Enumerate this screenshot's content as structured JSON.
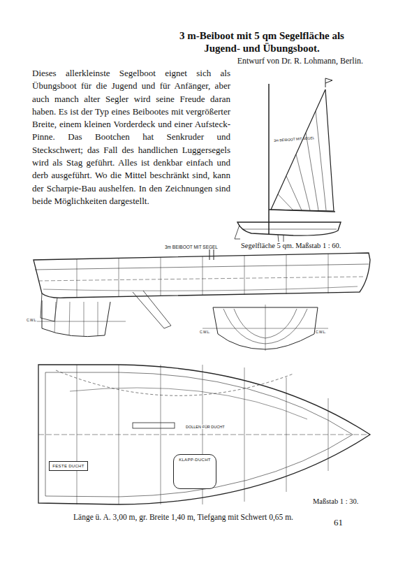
{
  "diagram": {
    "title": "3 m-Beiboot mit 5 qm Segelfläche als Jugend- und Übungsboot.",
    "caption": "Länge ü. A. 3,00 m, gr. Breite 1,40 m, Tiefgang mit Schwert 0,65 m.",
    "nodes": [
      {
        "text": [
          "FESTE DUCHT"
        ]
      },
      {
        "text": [
          "KLAPP-DUCHT"
        ]
      }
    ],
    "labels": [
      "Entwurf von Dr. R. Lohmann, Berlin.",
      "Dieses allerkleinste Segelboot eignet sich als Übungsboot für die Jugend und für Anfänger, aber auch manch alter Segler wird seine Freude daran haben. Es ist der Typ eines Beibootes mit vergrößerter Breite, einem kleinen Vorderdeck und einer Aufsteck-Pinne. Das Bootchen hat Senkruder und Steckschwert; das Fall des handlichen Luggersegels wird als Stag geführt. Alles ist denkbar einfach und derb ausgeführt. Wo die Mittel beschränkt sind, kann der Scharpie-Bau aushelfen. In den Zeichnungen sind beide Möglichkeiten dargestellt.",
      "3m BEIBOOT MIT SEGEL",
      "Segelfläche 5 qm.  Maßstab 1 : 60.",
      "3m BEIBOOT MIT SEGEL",
      "C.W.L.",
      "C.W.L.",
      "C.W.L.",
      "DOLLEN FÜR DUCHT",
      "Maßstab 1 : 30.",
      "61"
    ]
  }
}
